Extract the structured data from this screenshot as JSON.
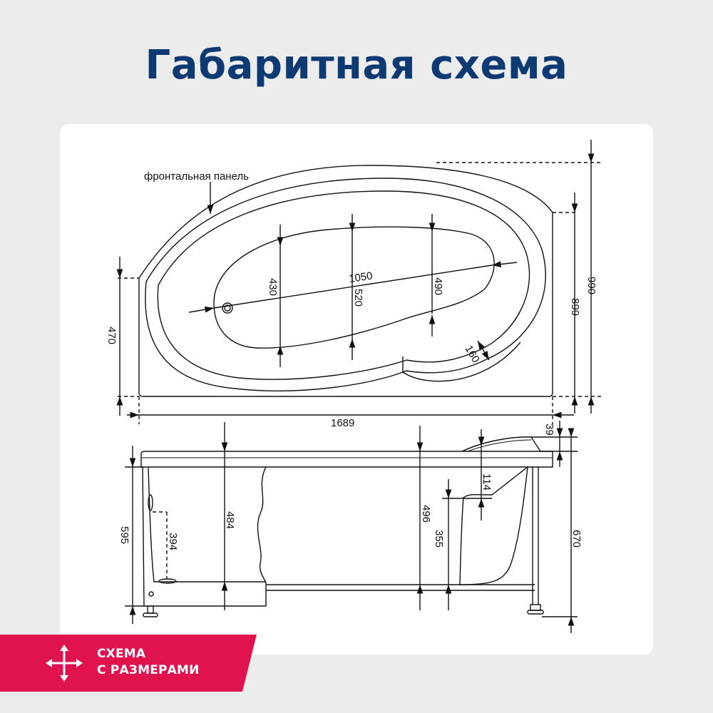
{
  "page": {
    "title": "Габаритная схема",
    "background_color": "#ececec",
    "title_color": "#0d3a72"
  },
  "diagram": {
    "plan_view": {
      "label_front_panel": "фронтальная панель",
      "dimensions": {
        "overall_length": "1689",
        "overall_width": "990",
        "right_side_width": "899",
        "left_side_width": "470",
        "bowl_length": "1050",
        "bowl_width_left": "430",
        "bowl_width_center": "520",
        "bowl_width_right": "490",
        "seat_width": "160"
      }
    },
    "side_view": {
      "dimensions": {
        "headrest_height": "39",
        "seat_depth": "114",
        "total_height": "670",
        "rim_height": "595",
        "depth_left": "484",
        "overflow_height": "394",
        "depth_right": "496",
        "seat_height": "355"
      }
    }
  },
  "badge": {
    "line1": "СХЕМА",
    "line2": "С РАЗМЕРАМИ",
    "icon": "arrows-cross-icon",
    "color": "#e0134f"
  }
}
